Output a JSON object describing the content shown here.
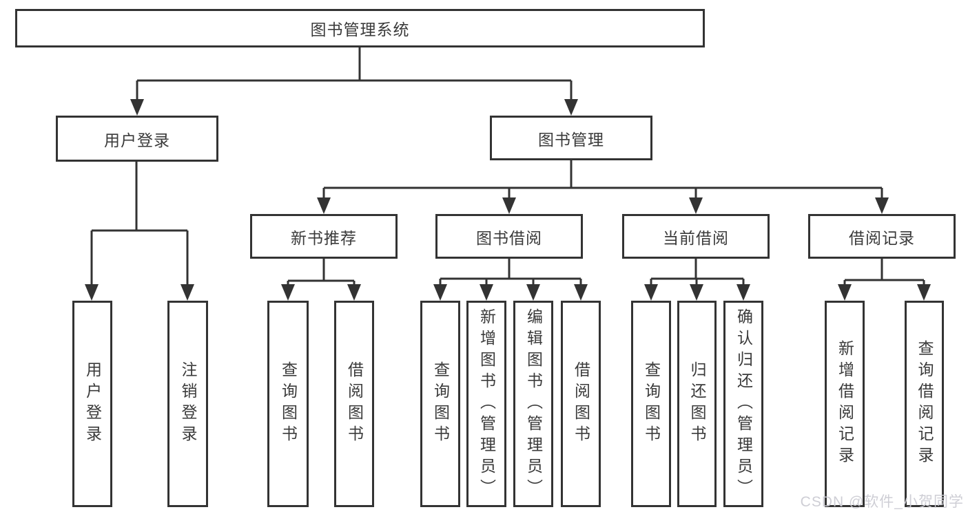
{
  "diagram": {
    "root": {
      "label": "图书管理系统"
    },
    "branches": [
      {
        "label": "用户登录",
        "children": [
          {
            "label": "用户登录"
          },
          {
            "label": "注销登录"
          }
        ]
      },
      {
        "label": "图书管理",
        "children": [
          {
            "label": "新书推荐",
            "children": [
              {
                "label": "查询图书"
              },
              {
                "label": "借阅图书"
              }
            ]
          },
          {
            "label": "图书借阅",
            "children": [
              {
                "label": "查询图书"
              },
              {
                "label": "新增图书（管理员）"
              },
              {
                "label": "编辑图书（管理员）"
              },
              {
                "label": "借阅图书"
              }
            ]
          },
          {
            "label": "当前借阅",
            "children": [
              {
                "label": "查询图书"
              },
              {
                "label": "归还图书"
              },
              {
                "label": "确认归还（管理员）"
              }
            ]
          },
          {
            "label": "借阅记录",
            "children": [
              {
                "label": "新增借阅记录"
              },
              {
                "label": "查询借阅记录"
              }
            ]
          }
        ]
      }
    ],
    "watermark": "CSDN @软件_小贺同学",
    "colors": {
      "line": "#333333",
      "box_border": "#333333",
      "text": "#3a3a3a",
      "background": "#ffffff",
      "watermark": "#cbcbd3"
    }
  }
}
